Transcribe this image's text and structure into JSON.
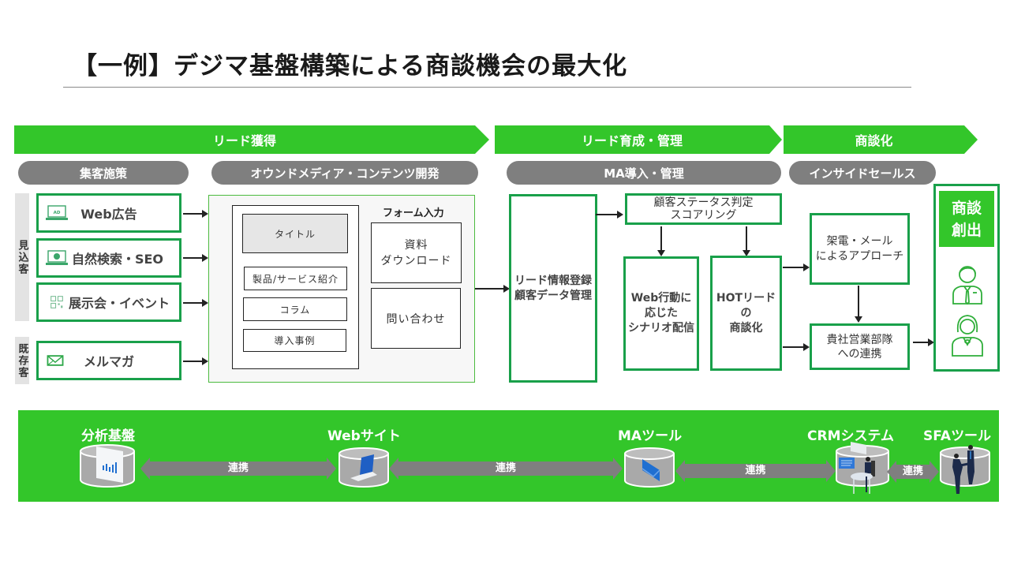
{
  "title": "【一例】デジマ基盤構築による商談機会の最大化",
  "phases": [
    {
      "label": "リード獲得"
    },
    {
      "label": "リード育成・管理"
    },
    {
      "label": "商談化"
    }
  ],
  "pills": [
    {
      "label": "集客施策"
    },
    {
      "label": "オウンドメディア・コンテンツ開発"
    },
    {
      "label": "MA導入・管理"
    },
    {
      "label": "インサイドセールス"
    }
  ],
  "side_labels": {
    "prospects": "見込客",
    "existing": "既存客"
  },
  "sources": [
    {
      "label": "Web広告",
      "icon": "laptop-ad-icon",
      "icon_text": "AD"
    },
    {
      "label": "自然検索・SEO",
      "icon": "laptop-globe-icon"
    },
    {
      "label": "展示会・イベント",
      "icon": "qr-code-icon"
    },
    {
      "label": "メルマガ",
      "icon": "mail-icon"
    }
  ],
  "owned_media": {
    "page_items": [
      "タイトル",
      "製品/サービス紹介",
      "コラム",
      "導入事例"
    ],
    "form_title": "フォーム入力",
    "form_items": [
      {
        "line1": "資料",
        "line2": "ダウンロード"
      },
      {
        "line1": "問い合わせ",
        "line2": ""
      }
    ]
  },
  "ma": {
    "lead_register": {
      "line1": "リード情報登録",
      "line2": "顧客データ管理"
    },
    "scoring": {
      "line1": "顧客ステータス判定",
      "line2": "スコアリング"
    },
    "scenario": {
      "line1": "Web行動に",
      "line2": "応じた",
      "line3": "シナリオ配信"
    },
    "hot_lead": {
      "line1": "HOTリード",
      "line2": "の",
      "line3": "商談化"
    }
  },
  "inside_sales": {
    "approach": {
      "line1": "架電・メール",
      "line2": "によるアプローチ"
    },
    "handoff": {
      "line1": "貴社営業部隊",
      "line2": "への連携"
    }
  },
  "outcome": {
    "line1": "商談",
    "line2": "創出",
    "icons": [
      "businessman-icon",
      "businesswoman-icon"
    ]
  },
  "systems": [
    {
      "label": "分析基盤",
      "icon": "analytics-chart-icon"
    },
    {
      "label": "Webサイト",
      "icon": "laptop-icon"
    },
    {
      "label": "MAツール",
      "icon": "envelope-icon"
    },
    {
      "label": "CRMシステム",
      "icon": "operator-desk-icon"
    },
    {
      "label": "SFAツール",
      "icon": "handshake-icon"
    }
  ],
  "link_label": "連携",
  "colors": {
    "brand_green": "#33c62a",
    "border_green": "#19a04a",
    "pill_gray": "#7f7f7f",
    "accent_blue": "#1f6fd1"
  }
}
